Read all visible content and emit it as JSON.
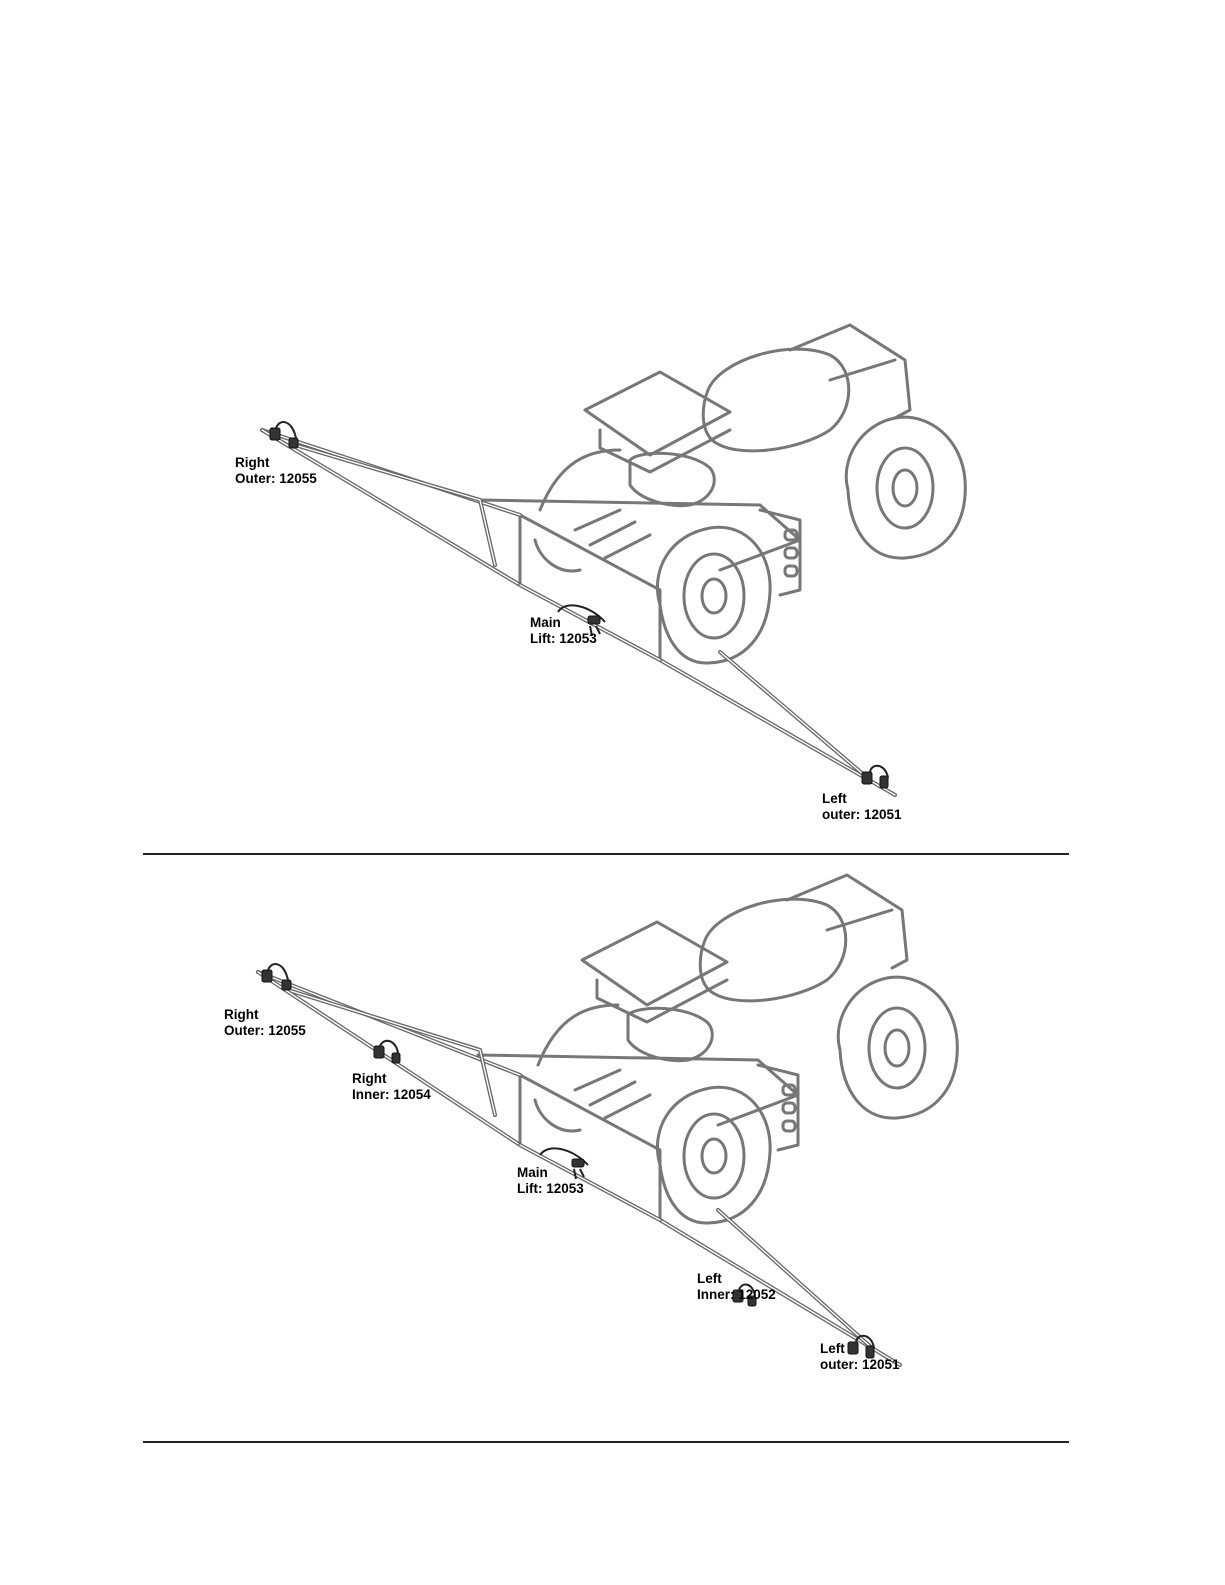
{
  "figures": [
    {
      "id": "top",
      "labels": {
        "right_outer": [
          "Right",
          "Outer: 12055"
        ],
        "main_lift": [
          "Main",
          "Lift: 12053"
        ],
        "left_outer": [
          "Left",
          "outer: 12051"
        ]
      }
    },
    {
      "id": "bottom",
      "labels": {
        "right_outer": [
          "Right",
          "Outer: 12055"
        ],
        "right_inner": [
          "Right",
          "Inner: 12054"
        ],
        "main_lift": [
          "Main",
          "Lift: 12053"
        ],
        "left_inner": [
          "Left",
          "Inner: 12052"
        ],
        "left_outer": [
          "Left",
          "outer: 12051"
        ]
      }
    }
  ],
  "colors": {
    "outline": "#777777",
    "cylinder": "#333333",
    "rule": "#222222"
  }
}
